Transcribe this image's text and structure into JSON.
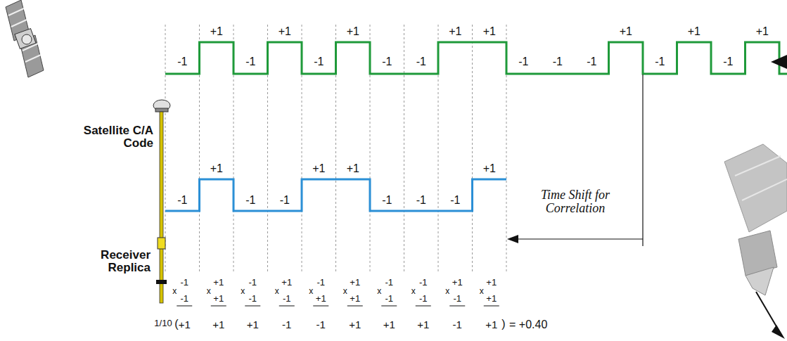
{
  "diagram": {
    "labels": [
      "-1",
      "+1",
      "-1",
      "+1",
      "-1",
      "+1",
      "-1",
      "-1",
      "+1",
      "+1",
      "-1",
      "-1",
      "-1",
      "+1",
      "-1",
      "+1",
      "-1",
      "+1",
      "-1",
      "+1",
      "-1",
      "-1",
      "+1",
      "+1",
      "-1",
      "-1",
      "-1",
      "+1",
      "-1",
      "+1",
      "-1",
      "+1",
      "-1",
      "+1",
      "-1",
      "-1",
      "+1",
      "+1",
      "x",
      "x",
      "x",
      "x",
      "x",
      "x",
      "x",
      "x",
      "x",
      "x",
      "-1",
      "+1",
      "-1",
      "-1",
      "+1",
      "+1",
      "-1",
      "-1",
      "-1",
      "+1",
      "1/10",
      "(",
      "+1",
      "+1",
      "+1",
      "-1",
      "-1",
      "+1",
      "+1",
      "+1",
      "-1",
      "+1",
      ")",
      "= +0.40",
      "Satellite C/A Code",
      "Receiver Replica",
      "Time Shift for Correlation"
    ]
  }
}
